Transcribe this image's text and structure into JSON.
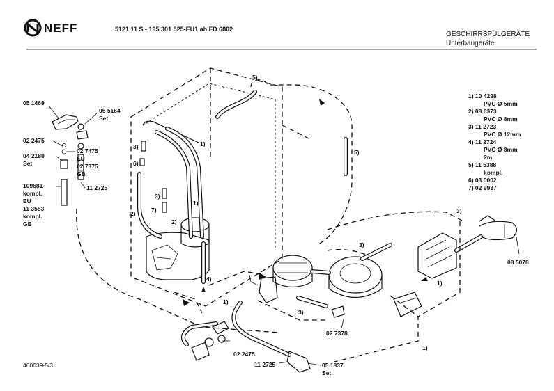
{
  "header": {
    "brand": "NEFF",
    "doc_ref": "5121.11 S - 195 301 525-EU1 ab FD 6802",
    "category": "GESCHIRRSPÜLGERÄTE",
    "subcategory": "Unterbaugeräte"
  },
  "footer": {
    "drawing_number": "460039-5/3"
  },
  "legend": [
    {
      "line1": "1) 10 4298",
      "line2": "PVC Ø 5mm"
    },
    {
      "line1": "2) 08 6373",
      "line2": "PVC Ø 8mm"
    },
    {
      "line1": "3) 11 2723",
      "line2": "PVC Ø 12mm"
    },
    {
      "line1": "4) 11 2724",
      "line2": "PVC Ø 8mm",
      "line3": "2m"
    },
    {
      "line1": "5) 11 5388",
      "line2": "kompl."
    },
    {
      "line1": "6) 03 0002"
    },
    {
      "line1": "7) 02 9937"
    }
  ],
  "parts": {
    "p051469": "05 1469",
    "p055164": "05 5164",
    "p055164_set": "Set",
    "p022475_top": "02 2475",
    "p042180": "04 2180",
    "p042180_set": "Set",
    "p027475": "02 7475",
    "p027475_eu": "EU",
    "p027375": "02 7375",
    "p027375_gb": "GB",
    "p109681": "109681",
    "p109681_k": "kompl.",
    "p109681_eu": "EU",
    "p113583": "11 3583",
    "p113583_k": "kompl.",
    "p113583_gb": "GB",
    "p112725_left": "11 2725",
    "p085078": "08 5078",
    "p027378": "02 7378",
    "p022475_bottom": "02 2475",
    "p112725_bottom": "11 2725",
    "p051837": "05 1837",
    "p051837_set": "Set"
  },
  "callouts": {
    "c1_a": "1)",
    "c1_b": "1)",
    "c1_c": "1)",
    "c1_d": "1)",
    "c1_e": "1)",
    "c2_a": "2)",
    "c2_b": "2)",
    "c3_a": "3)",
    "c3_b": "3)",
    "c3_c": "3)",
    "c3_d": "3)",
    "c3_e": "3)",
    "c4": "4)",
    "c5_a": "5)",
    "c5_b": "5)",
    "c6": "6)",
    "c7": "7)"
  },
  "colors": {
    "ink": "#111111",
    "paper": "#ffffff"
  }
}
